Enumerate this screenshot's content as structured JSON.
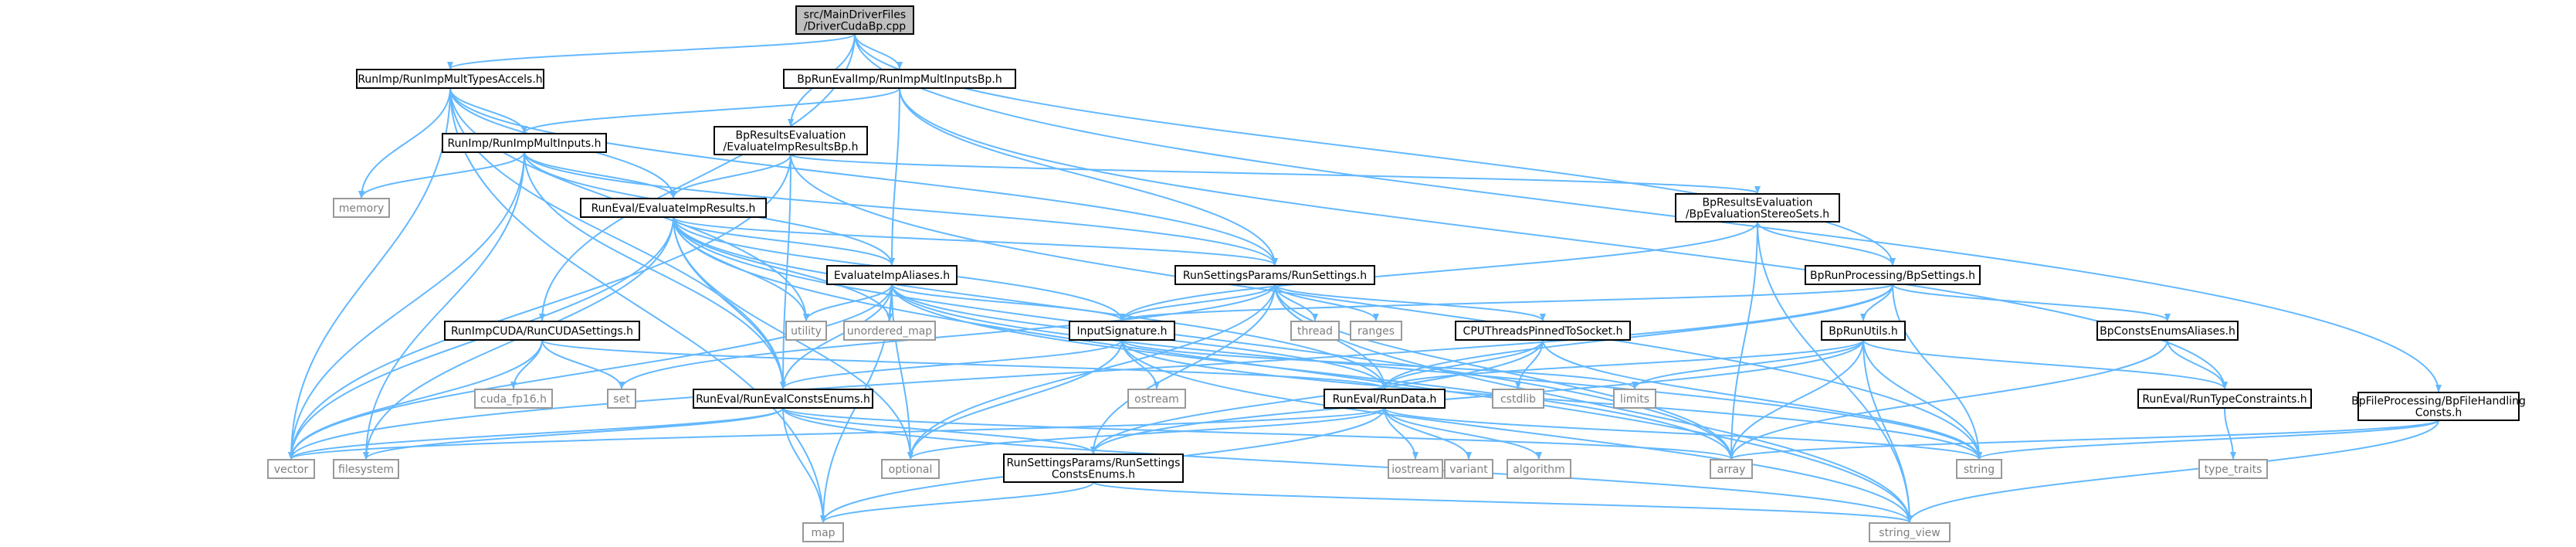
{
  "diagram": {
    "title": "",
    "nodes": [
      {
        "id": "root",
        "lines": [
          "src/MainDriverFiles",
          "/DriverCudaBp.cpp"
        ],
        "style": "root",
        "interactable": false
      },
      {
        "id": "runimpmulttypes",
        "lines": [
          "RunImp/RunImpMultTypesAccels.h"
        ],
        "style": "header",
        "interactable": true
      },
      {
        "id": "bprunevalimp",
        "lines": [
          "BpRunEvalImp/RunImpMultInputsBp.h"
        ],
        "style": "header",
        "interactable": true
      },
      {
        "id": "runimpmultinputs",
        "lines": [
          "RunImp/RunImpMultInputs.h"
        ],
        "style": "header",
        "interactable": true
      },
      {
        "id": "bpresultsevalimp",
        "lines": [
          "BpResultsEvaluation",
          "/EvaluateImpResultsBp.h"
        ],
        "style": "header",
        "interactable": true
      },
      {
        "id": "memory",
        "lines": [
          "memory"
        ],
        "style": "std",
        "interactable": false
      },
      {
        "id": "runevalimpresults",
        "lines": [
          "RunEval/EvaluateImpResults.h"
        ],
        "style": "header",
        "interactable": true
      },
      {
        "id": "bpevalstereo",
        "lines": [
          "BpResultsEvaluation",
          "/BpEvaluationStereoSets.h"
        ],
        "style": "header",
        "interactable": true
      },
      {
        "id": "evalimpaliases",
        "lines": [
          "EvaluateImpAliases.h"
        ],
        "style": "header",
        "interactable": true
      },
      {
        "id": "runsettings",
        "lines": [
          "RunSettingsParams/RunSettings.h"
        ],
        "style": "header",
        "interactable": true
      },
      {
        "id": "bpsettings",
        "lines": [
          "BpRunProcessing/BpSettings.h"
        ],
        "style": "header",
        "interactable": true
      },
      {
        "id": "utility",
        "lines": [
          "utility"
        ],
        "style": "std",
        "interactable": false
      },
      {
        "id": "unordered_map",
        "lines": [
          "unordered_map"
        ],
        "style": "std",
        "interactable": false
      },
      {
        "id": "runcudasettings",
        "lines": [
          "RunImpCUDA/RunCUDASettings.h"
        ],
        "style": "header",
        "interactable": true
      },
      {
        "id": "inputsignature",
        "lines": [
          "InputSignature.h"
        ],
        "style": "header",
        "interactable": true
      },
      {
        "id": "thread",
        "lines": [
          "thread"
        ],
        "style": "std",
        "interactable": false
      },
      {
        "id": "ranges",
        "lines": [
          "ranges"
        ],
        "style": "std",
        "interactable": false
      },
      {
        "id": "cputhreads",
        "lines": [
          "CPUThreadsPinnedToSocket.h"
        ],
        "style": "header",
        "interactable": true
      },
      {
        "id": "bprunutils",
        "lines": [
          "BpRunUtils.h"
        ],
        "style": "header",
        "interactable": true
      },
      {
        "id": "bpconstsenums",
        "lines": [
          "BpConstsEnumsAliases.h"
        ],
        "style": "header",
        "interactable": true
      },
      {
        "id": "bpfileprocessing",
        "lines": [
          "BpFileProcessing/BpFileHandling",
          "Consts.h"
        ],
        "style": "header",
        "interactable": true
      },
      {
        "id": "cuda_fp16",
        "lines": [
          "cuda_fp16.h"
        ],
        "style": "std",
        "interactable": false
      },
      {
        "id": "set",
        "lines": [
          "set"
        ],
        "style": "std",
        "interactable": false
      },
      {
        "id": "runevalconstsenums",
        "lines": [
          "RunEval/RunEvalConstsEnums.h"
        ],
        "style": "header",
        "interactable": true
      },
      {
        "id": "ostream",
        "lines": [
          "ostream"
        ],
        "style": "std",
        "interactable": false
      },
      {
        "id": "rundata",
        "lines": [
          "RunEval/RunData.h"
        ],
        "style": "header",
        "interactable": true
      },
      {
        "id": "cstdlib",
        "lines": [
          "cstdlib"
        ],
        "style": "std",
        "interactable": false
      },
      {
        "id": "limits",
        "lines": [
          "limits"
        ],
        "style": "std",
        "interactable": false
      },
      {
        "id": "runtypeconstraints",
        "lines": [
          "RunEval/RunTypeConstraints.h"
        ],
        "style": "header",
        "interactable": true
      },
      {
        "id": "vector",
        "lines": [
          "vector"
        ],
        "style": "std",
        "interactable": false
      },
      {
        "id": "filesystem",
        "lines": [
          "filesystem"
        ],
        "style": "std",
        "interactable": false
      },
      {
        "id": "optional",
        "lines": [
          "optional"
        ],
        "style": "std",
        "interactable": false
      },
      {
        "id": "runsettingsconstsenums",
        "lines": [
          "RunSettingsParams/RunSettings",
          "ConstsEnums.h"
        ],
        "style": "header",
        "interactable": true
      },
      {
        "id": "iostream",
        "lines": [
          "iostream"
        ],
        "style": "std",
        "interactable": false
      },
      {
        "id": "variant",
        "lines": [
          "variant"
        ],
        "style": "std",
        "interactable": false
      },
      {
        "id": "algorithm",
        "lines": [
          "algorithm"
        ],
        "style": "std",
        "interactable": false
      },
      {
        "id": "array",
        "lines": [
          "array"
        ],
        "style": "std",
        "interactable": false
      },
      {
        "id": "string",
        "lines": [
          "string"
        ],
        "style": "std",
        "interactable": false
      },
      {
        "id": "type_traits",
        "lines": [
          "type_traits"
        ],
        "style": "std",
        "interactable": false
      },
      {
        "id": "map",
        "lines": [
          "map"
        ],
        "style": "std",
        "interactable": false
      },
      {
        "id": "string_view",
        "lines": [
          "string_view"
        ],
        "style": "std",
        "interactable": false
      }
    ],
    "edges": [
      [
        "root",
        "runimpmulttypes"
      ],
      [
        "root",
        "bprunevalimp"
      ],
      [
        "root",
        "bpresultsevalimp"
      ],
      [
        "root",
        "bpsettings"
      ],
      [
        "root",
        "bpfileprocessing"
      ],
      [
        "root",
        "runcudasettings"
      ],
      [
        "runimpmulttypes",
        "runimpmultinputs"
      ],
      [
        "runimpmulttypes",
        "memory"
      ],
      [
        "runimpmulttypes",
        "runevalimpresults"
      ],
      [
        "runimpmulttypes",
        "runsettings"
      ],
      [
        "runimpmulttypes",
        "vector"
      ],
      [
        "runimpmulttypes",
        "map"
      ],
      [
        "runimpmulttypes",
        "utility"
      ],
      [
        "runimpmulttypes",
        "runevalconstsenums"
      ],
      [
        "bprunevalimp",
        "runimpmultinputs"
      ],
      [
        "bprunevalimp",
        "evalimpaliases"
      ],
      [
        "bprunevalimp",
        "runsettings"
      ],
      [
        "bprunevalimp",
        "runtypeconstraints"
      ],
      [
        "runimpmultinputs",
        "memory"
      ],
      [
        "runimpmultinputs",
        "runevalimpresults"
      ],
      [
        "runimpmultinputs",
        "runsettings"
      ],
      [
        "runimpmultinputs",
        "evalimpaliases"
      ],
      [
        "runimpmultinputs",
        "vector"
      ],
      [
        "runimpmultinputs",
        "filesystem"
      ],
      [
        "runimpmultinputs",
        "runevalconstsenums"
      ],
      [
        "bpresultsevalimp",
        "runevalimpresults"
      ],
      [
        "bpresultsevalimp",
        "bpevalstereo"
      ],
      [
        "bpresultsevalimp",
        "runevalconstsenums"
      ],
      [
        "bpresultsevalimp",
        "vector"
      ],
      [
        "bpresultsevalimp",
        "string"
      ],
      [
        "runevalimpresults",
        "evalimpaliases"
      ],
      [
        "runevalimpresults",
        "runsettings"
      ],
      [
        "runevalimpresults",
        "inputsignature"
      ],
      [
        "runevalimpresults",
        "utility"
      ],
      [
        "runevalimpresults",
        "vector"
      ],
      [
        "runevalimpresults",
        "filesystem"
      ],
      [
        "runevalimpresults",
        "optional"
      ],
      [
        "runevalimpresults",
        "unordered_map"
      ],
      [
        "runevalimpresults",
        "array"
      ],
      [
        "runevalimpresults",
        "rundata"
      ],
      [
        "runevalimpresults",
        "string_view"
      ],
      [
        "runevalimpresults",
        "runevalconstsenums"
      ],
      [
        "bpevalstereo",
        "bpsettings"
      ],
      [
        "bpevalstereo",
        "inputsignature"
      ],
      [
        "bpevalstereo",
        "array"
      ],
      [
        "bpevalstereo",
        "string_view"
      ],
      [
        "evalimpaliases",
        "inputsignature"
      ],
      [
        "evalimpaliases",
        "rundata"
      ],
      [
        "evalimpaliases",
        "runevalconstsenums"
      ],
      [
        "evalimpaliases",
        "utility"
      ],
      [
        "evalimpaliases",
        "unordered_map"
      ],
      [
        "evalimpaliases",
        "vector"
      ],
      [
        "evalimpaliases",
        "map"
      ],
      [
        "evalimpaliases",
        "optional"
      ],
      [
        "evalimpaliases",
        "array"
      ],
      [
        "evalimpaliases",
        "string"
      ],
      [
        "runsettings",
        "inputsignature"
      ],
      [
        "runsettings",
        "cputhreads"
      ],
      [
        "runsettings",
        "thread"
      ],
      [
        "runsettings",
        "ranges"
      ],
      [
        "runsettings",
        "runsettingsconstsenums"
      ],
      [
        "runsettings",
        "rundata"
      ],
      [
        "runsettings",
        "set"
      ],
      [
        "runsettings",
        "optional"
      ],
      [
        "runsettings",
        "array"
      ],
      [
        "runsettings",
        "string_view"
      ],
      [
        "bpsettings",
        "bprunutils"
      ],
      [
        "bpsettings",
        "bpconstsenums"
      ],
      [
        "bpsettings",
        "inputsignature"
      ],
      [
        "bpsettings",
        "rundata"
      ],
      [
        "bpsettings",
        "string"
      ],
      [
        "bpsettings",
        "vector"
      ],
      [
        "runcudasettings",
        "cuda_fp16"
      ],
      [
        "runcudasettings",
        "set"
      ],
      [
        "runcudasettings",
        "vector"
      ],
      [
        "runcudasettings",
        "rundata"
      ],
      [
        "inputsignature",
        "runevalconstsenums"
      ],
      [
        "inputsignature",
        "ostream"
      ],
      [
        "inputsignature",
        "optional"
      ],
      [
        "inputsignature",
        "limits"
      ],
      [
        "inputsignature",
        "string_view"
      ],
      [
        "inputsignature",
        "string"
      ],
      [
        "cputhreads",
        "runsettingsconstsenums"
      ],
      [
        "cputhreads",
        "cstdlib"
      ],
      [
        "cputhreads",
        "rundata"
      ],
      [
        "cputhreads",
        "string"
      ],
      [
        "bprunutils",
        "rundata"
      ],
      [
        "bprunutils",
        "runtypeconstraints"
      ],
      [
        "bprunutils",
        "runsettingsconstsenums"
      ],
      [
        "bprunutils",
        "limits"
      ],
      [
        "bprunutils",
        "array"
      ],
      [
        "bprunutils",
        "string"
      ],
      [
        "bprunutils",
        "string_view"
      ],
      [
        "bpconstsenums",
        "runtypeconstraints"
      ],
      [
        "bpconstsenums",
        "array"
      ],
      [
        "bpfileprocessing",
        "array"
      ],
      [
        "bpfileprocessing",
        "string"
      ],
      [
        "bpfileprocessing",
        "string_view"
      ],
      [
        "runevalconstsenums",
        "vector"
      ],
      [
        "runevalconstsenums",
        "map"
      ],
      [
        "runevalconstsenums",
        "string_view"
      ],
      [
        "runevalconstsenums",
        "runsettingsconstsenums"
      ],
      [
        "runevalconstsenums",
        "array"
      ],
      [
        "runevalconstsenums",
        "filesystem"
      ],
      [
        "rundata",
        "iostream"
      ],
      [
        "rundata",
        "variant"
      ],
      [
        "rundata",
        "algorithm"
      ],
      [
        "rundata",
        "map"
      ],
      [
        "rundata",
        "optional"
      ],
      [
        "rundata",
        "string"
      ],
      [
        "rundata",
        "vector"
      ],
      [
        "runtypeconstraints",
        "type_traits"
      ],
      [
        "runsettingsconstsenums",
        "map"
      ],
      [
        "runsettingsconstsenums",
        "string_view"
      ]
    ]
  }
}
